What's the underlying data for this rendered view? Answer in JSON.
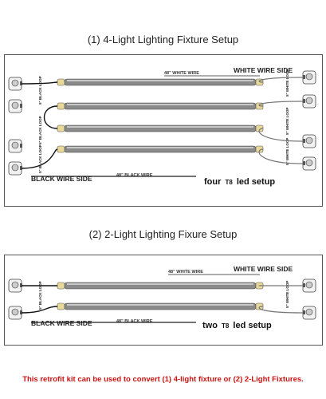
{
  "section1": {
    "title": "(1) 4-Light Lighting Fixture Setup",
    "white_wire_side": "WHITE WIRE SIDE",
    "black_wire_side": "BLACK WIRE SIDE",
    "white_wire": "48\" WHITE WIRE",
    "black_wire": "48\" BLACK WIRE",
    "black_loop": "5\" BLACK LOOP",
    "white_loop": "5\" WHITE LOOP",
    "setup_pre": "four",
    "setup_t8": "T8",
    "setup_post": "led setup"
  },
  "section2": {
    "title": "(2) 2-Light Lighting Fixure Setup",
    "white_wire_side": "WHITE WIRE SIDE",
    "black_wire_side": "BLACK WIRE SIDE",
    "white_wire": "48\" WHITE WIRE",
    "black_wire": "48\" BLACK WIRE",
    "black_loop": "5\" BLACK LOOP",
    "white_loop": "5\" WHITE LOOP",
    "setup_pre": "two",
    "setup_t8": "T8",
    "setup_post": "led setup"
  },
  "footer": "This retrofit kit can be used to convert (1) 4-light fixture or (2) 2-Light Fixtures."
}
